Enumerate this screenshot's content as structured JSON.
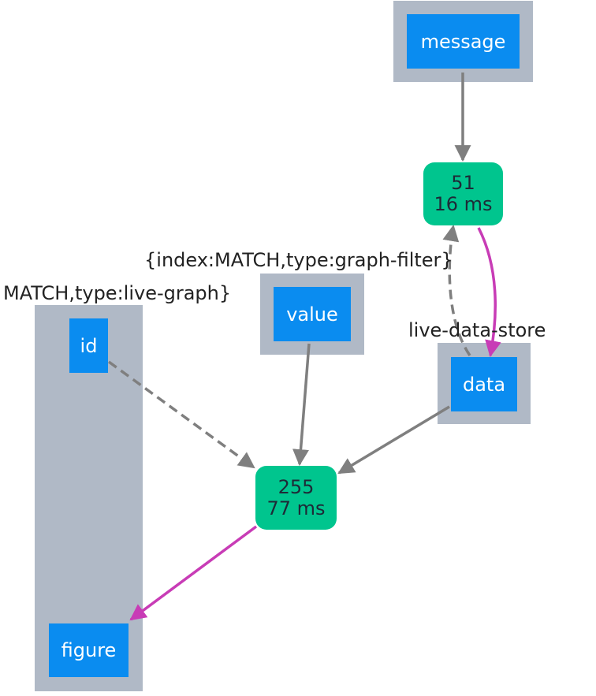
{
  "colors": {
    "component_bg": "#b0b9c6",
    "property_bg": "#0a8cf0",
    "callback_bg": "#00c58e",
    "edge_input": "#7f7f7f",
    "edge_output": "#c83cb6"
  },
  "components": {
    "live_graph": {
      "label": "MATCH,type:live-graph}"
    },
    "graph_filter": {
      "label": "{index:MATCH,type:graph-filter}"
    },
    "live_data_store": {
      "label": "live-data-store"
    }
  },
  "properties": {
    "message": "message",
    "value": "value",
    "data": "data",
    "id": "id",
    "figure": "figure"
  },
  "callbacks": [
    {
      "calls": "51",
      "time": "16 ms"
    },
    {
      "calls": "255",
      "time": "77 ms"
    }
  ],
  "edges": [
    {
      "from": "message",
      "to": "callback-51",
      "kind": "input",
      "dashed": false
    },
    {
      "from": "callback-51",
      "to": "data",
      "kind": "output",
      "dashed": false
    },
    {
      "from": "data",
      "to": "callback-51",
      "kind": "state",
      "dashed": true
    },
    {
      "from": "id",
      "to": "callback-255",
      "kind": "state",
      "dashed": true
    },
    {
      "from": "value",
      "to": "callback-255",
      "kind": "input",
      "dashed": false
    },
    {
      "from": "data",
      "to": "callback-255",
      "kind": "input",
      "dashed": false
    },
    {
      "from": "callback-255",
      "to": "figure",
      "kind": "output",
      "dashed": false
    }
  ]
}
